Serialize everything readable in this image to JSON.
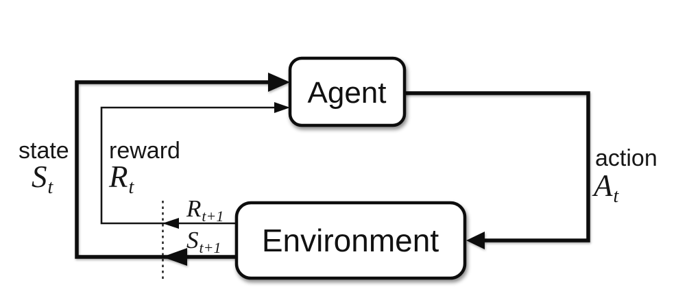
{
  "diagram": {
    "type": "flow-loop",
    "background_color": "#ffffff",
    "line_color": "#0d0d0d",
    "box_fill_color": "#ffffff",
    "nodes": {
      "agent": {
        "label": "Agent"
      },
      "environment": {
        "label": "Environment"
      }
    },
    "labels": {
      "state": {
        "word": "state",
        "symbol": "S",
        "sub": "t"
      },
      "reward": {
        "word": "reward",
        "symbol": "R",
        "sub": "t"
      },
      "action": {
        "word": "action",
        "symbol": "A",
        "sub": "t"
      },
      "next_reward": {
        "symbol": "R",
        "sub": "t+1"
      },
      "next_state": {
        "symbol": "S",
        "sub": "t+1"
      }
    }
  }
}
